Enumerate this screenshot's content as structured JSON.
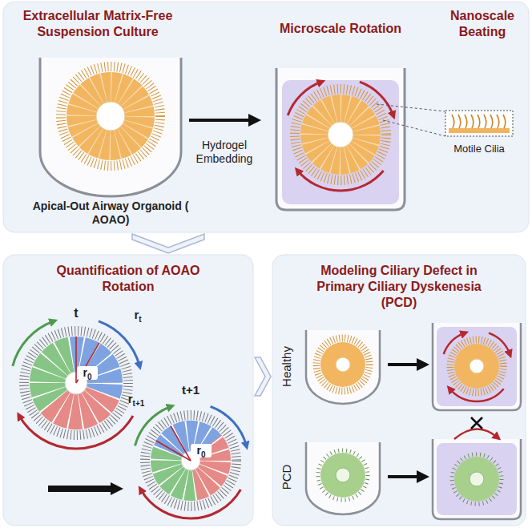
{
  "diagram": {
    "nodes": [
      {
        "text": [
          "Extracellular Matrix-Free Suspension Culture",
          "Microscale Rotation",
          "Nanoscale Beating"
        ]
      },
      {
        "text": [
          "Quantification of AOAO Rotation"
        ]
      },
      {
        "text": [
          "Modeling Ciliary Defect in Primary Ciliary Dyskenesia (PCD)"
        ]
      }
    ],
    "edges": [
      {
        "from": 0,
        "to": 1,
        "arrow": "to"
      },
      {
        "from": 1,
        "to": 2,
        "arrow": "to"
      }
    ],
    "labels": [
      "Hydrogel Embedding",
      "Apical-Out Airway Organoid ( AOAO)",
      "Motile Cilia",
      "t",
      "rt",
      "r0",
      "t+1",
      "rt+1",
      "r0",
      "Healthy",
      "PCD"
    ]
  }
}
